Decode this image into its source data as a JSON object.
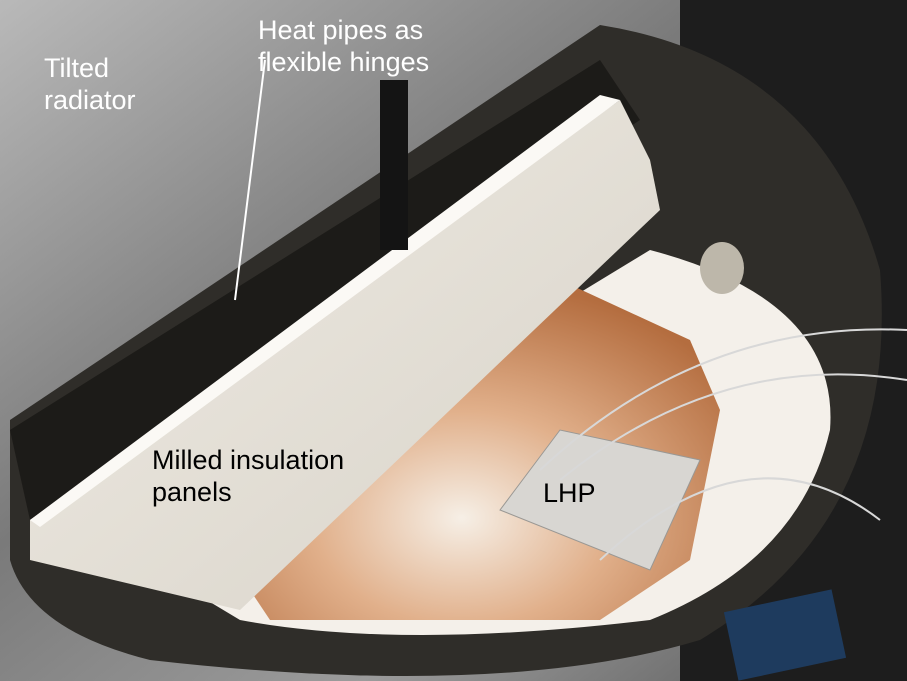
{
  "photo": {
    "labels": {
      "tilted_radiator": [
        "Tilted",
        "radiator"
      ],
      "heat_pipes": [
        "Heat pipes as",
        "flexible hinges"
      ],
      "insulation": [
        "Milled insulation",
        "panels"
      ],
      "lhp": "LHP"
    },
    "colors": {
      "radiator": "#8c8c8c",
      "bowl": "#2e2c28",
      "insulation_panel": "#e6e1d9",
      "copper_plate": "#c98a5c",
      "fill_white": "#f4f0ea"
    }
  }
}
